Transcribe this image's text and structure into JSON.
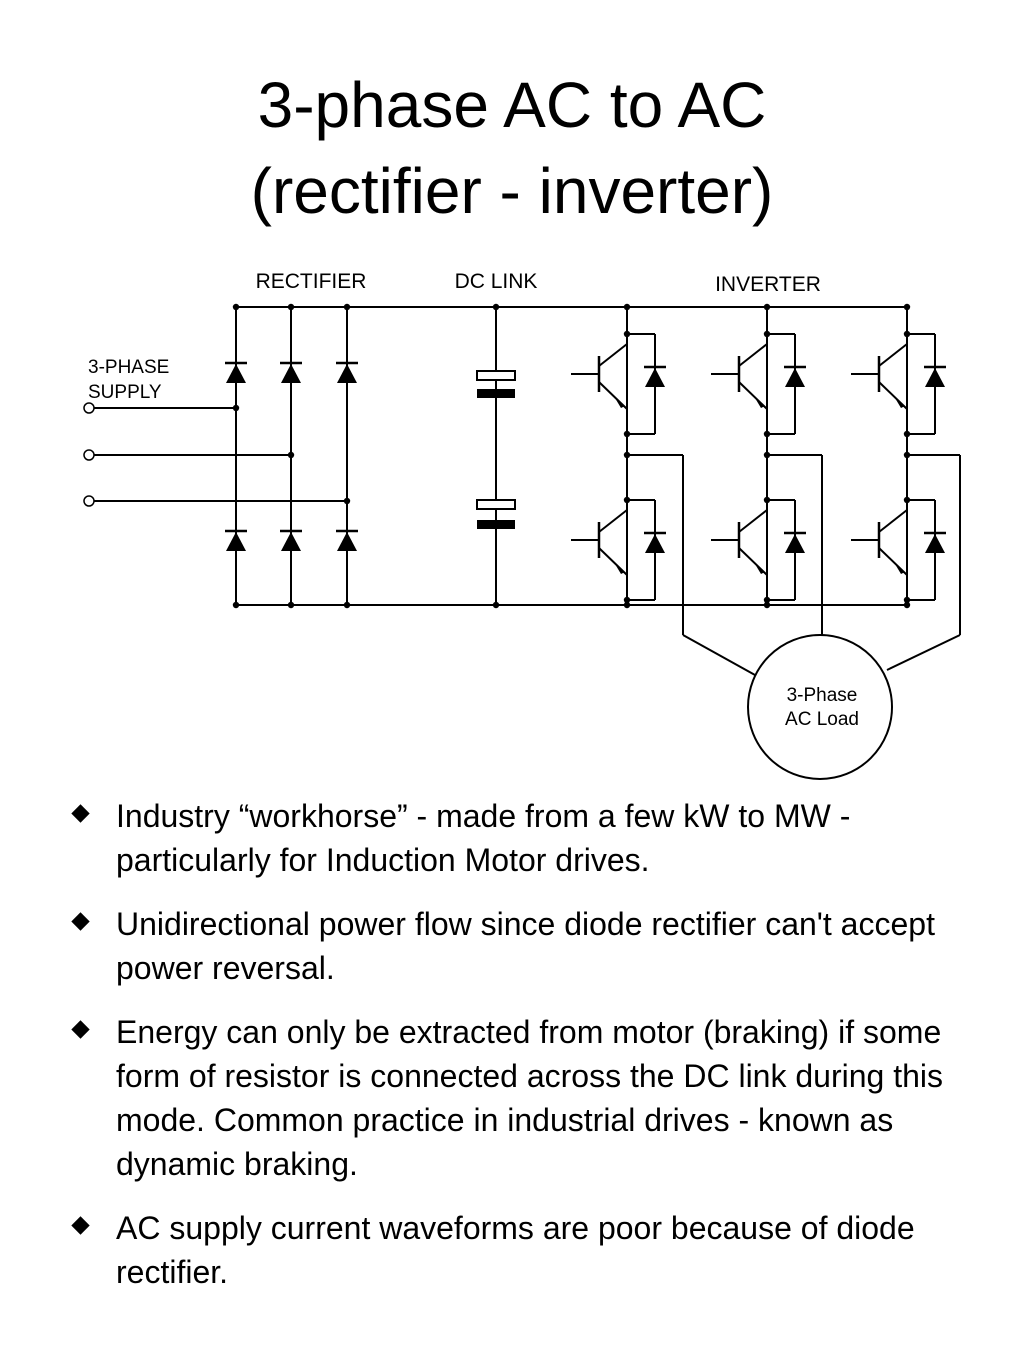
{
  "title": {
    "line1": "3-phase AC to AC",
    "line2": "(rectifier - inverter)"
  },
  "diagram": {
    "labels": {
      "rectifier": "RECTIFIER",
      "dc_link": "DC LINK",
      "inverter": "INVERTER",
      "supply_line1": "3-PHASE",
      "supply_line2": "SUPPLY",
      "load_line1": "3-Phase",
      "load_line2": "AC Load"
    }
  },
  "bullets": [
    "Industry “workhorse” - made from a few kW to MW - particularly for Induction Motor drives.",
    "Unidirectional power flow since diode rectifier can't accept power reversal.",
    "Energy can only be extracted from motor (braking) if some form of resistor is connected across the DC link during this mode. Common practice in industrial drives - known as dynamic braking.",
    "AC supply current waveforms are poor because of diode rectifier."
  ]
}
